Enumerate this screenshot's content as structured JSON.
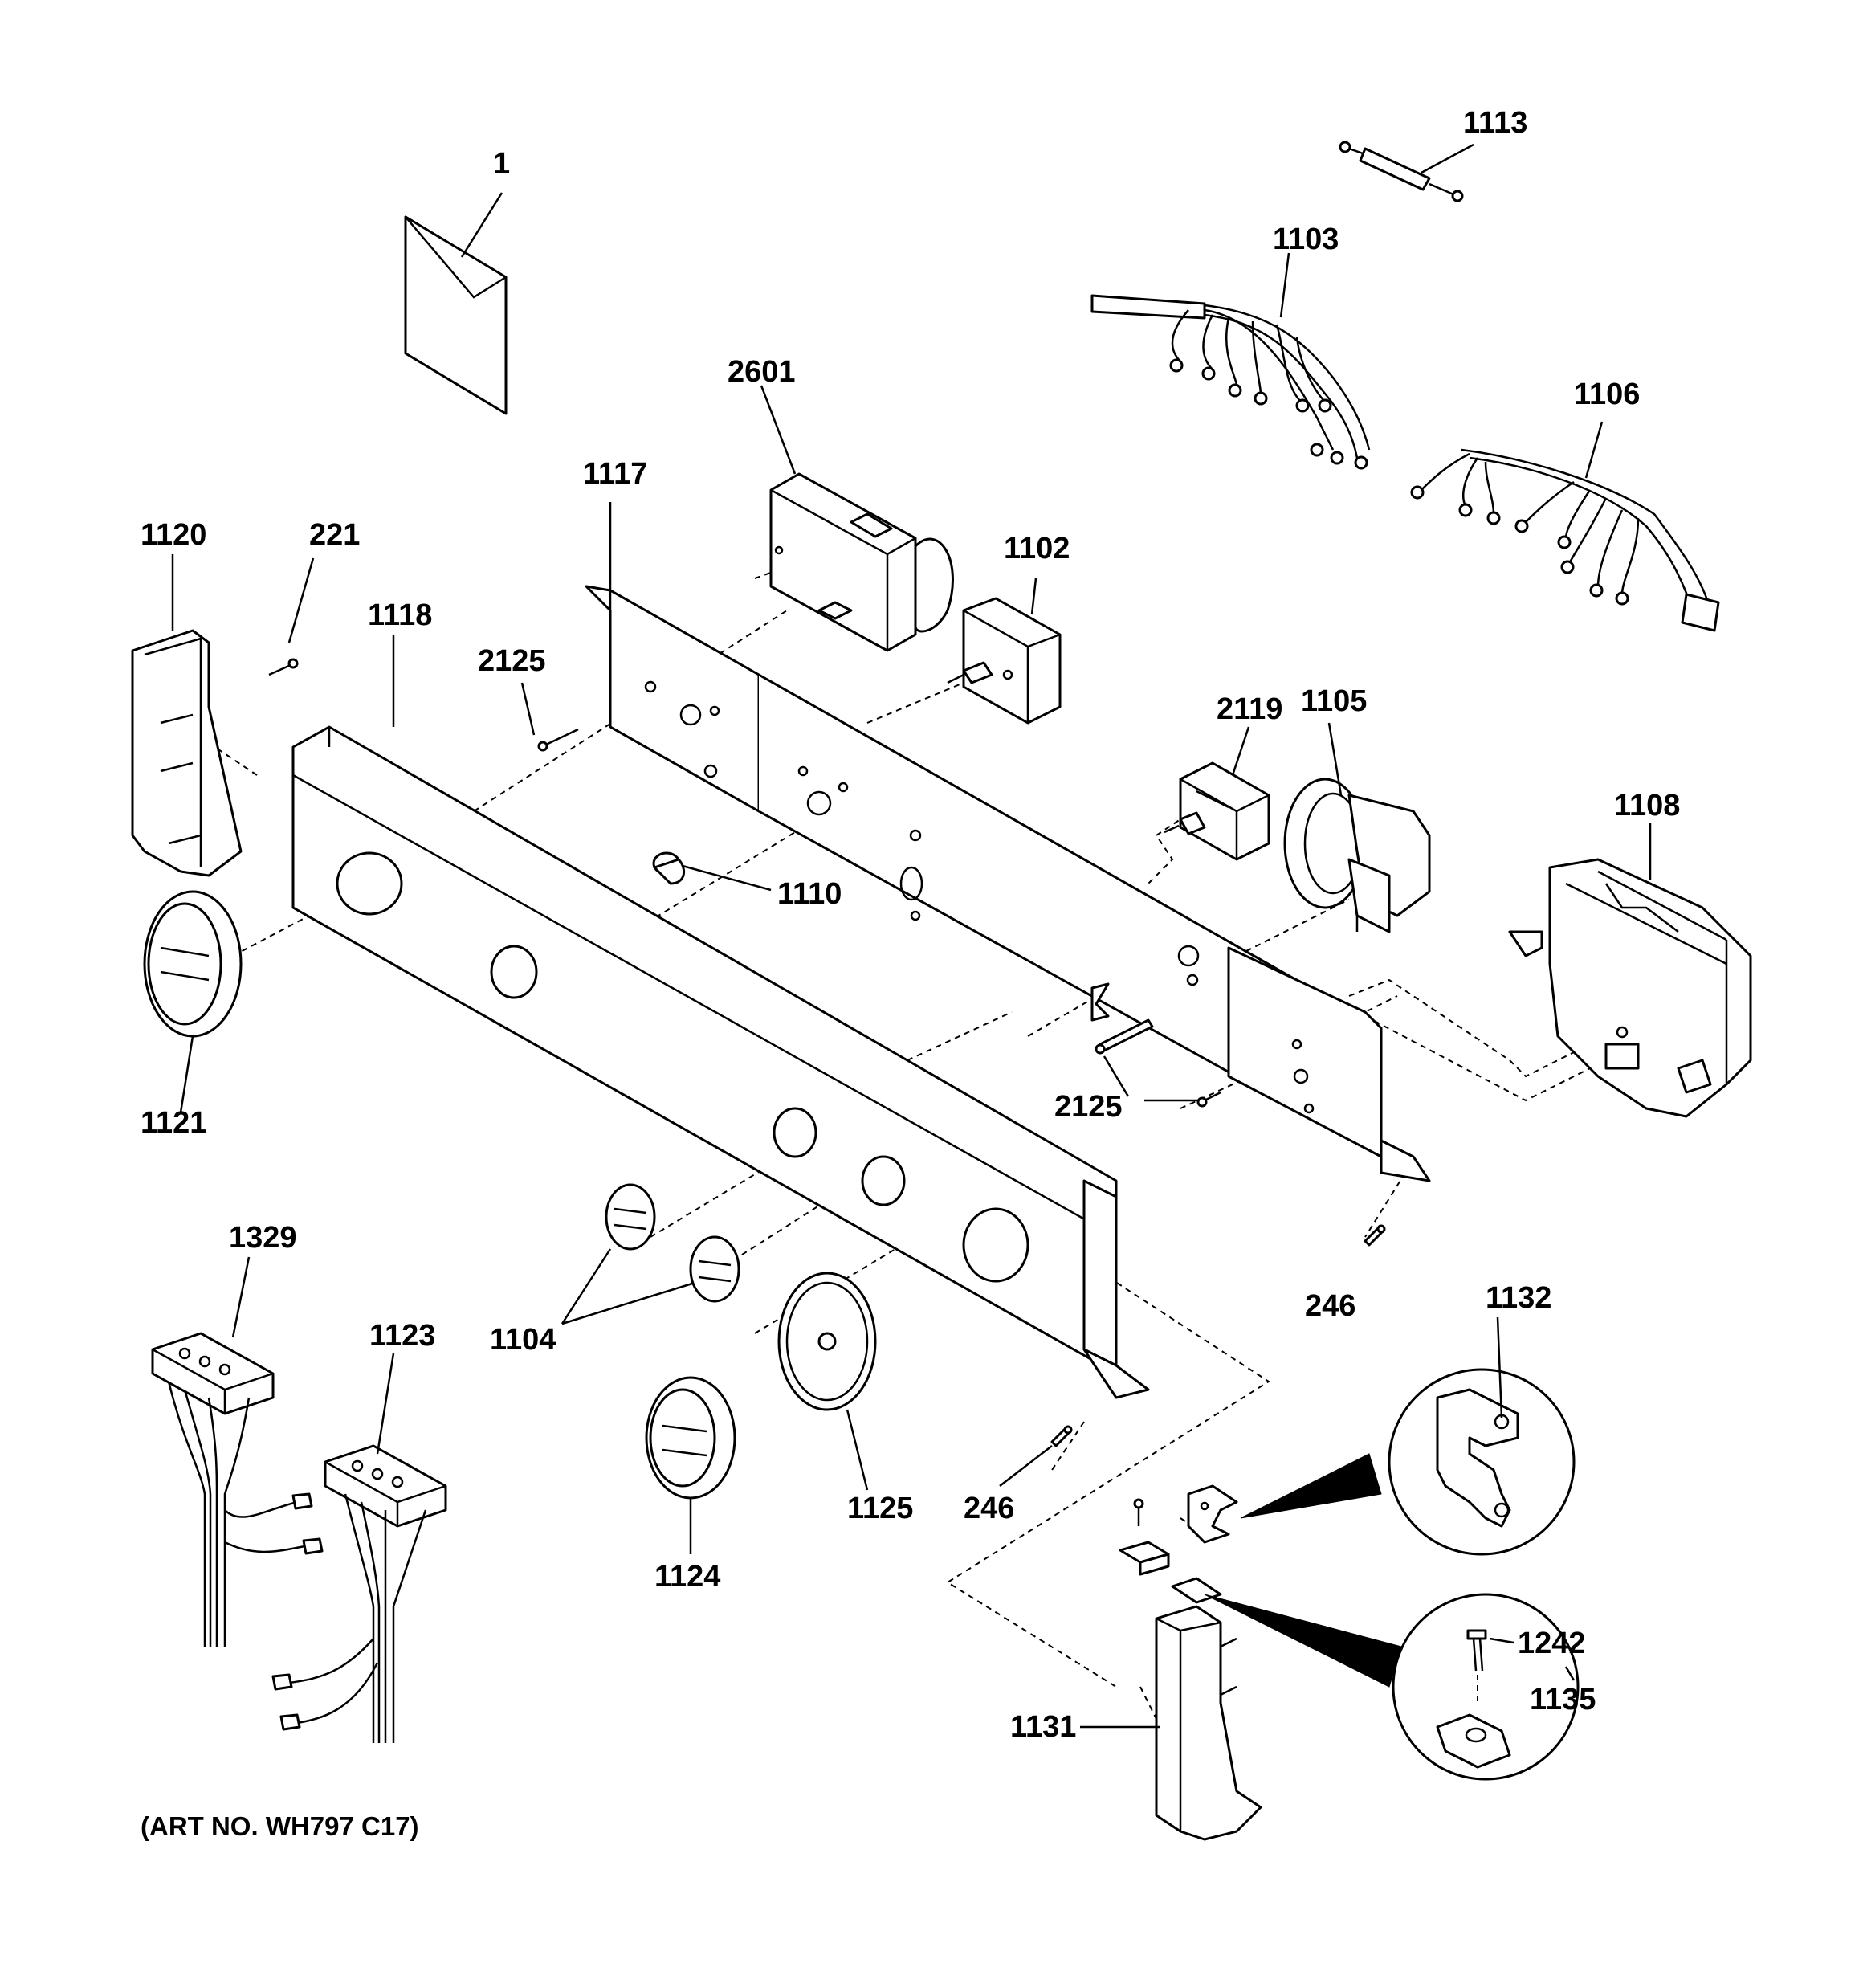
{
  "labels": {
    "l1": "1",
    "l1113": "1113",
    "l1103": "1103",
    "l2601": "2601",
    "l1106": "1106",
    "l1117": "1117",
    "l1120": "1120",
    "l221": "221",
    "l1102": "1102",
    "l1118": "1118",
    "l2125a": "2125",
    "l2119": "2119",
    "l1105": "1105",
    "l1108": "1108",
    "l1110": "1110",
    "l1121": "1121",
    "l2125b": "2125",
    "l1329": "1329",
    "l246a": "246",
    "l1132": "1132",
    "l1123": "1123",
    "l1104": "1104",
    "l1125": "1125",
    "l246b": "246",
    "l1124": "1124",
    "l1242": "1242",
    "l1135": "1135",
    "l1131": "1131"
  },
  "art_number": "(ART NO. WH797 C17)"
}
